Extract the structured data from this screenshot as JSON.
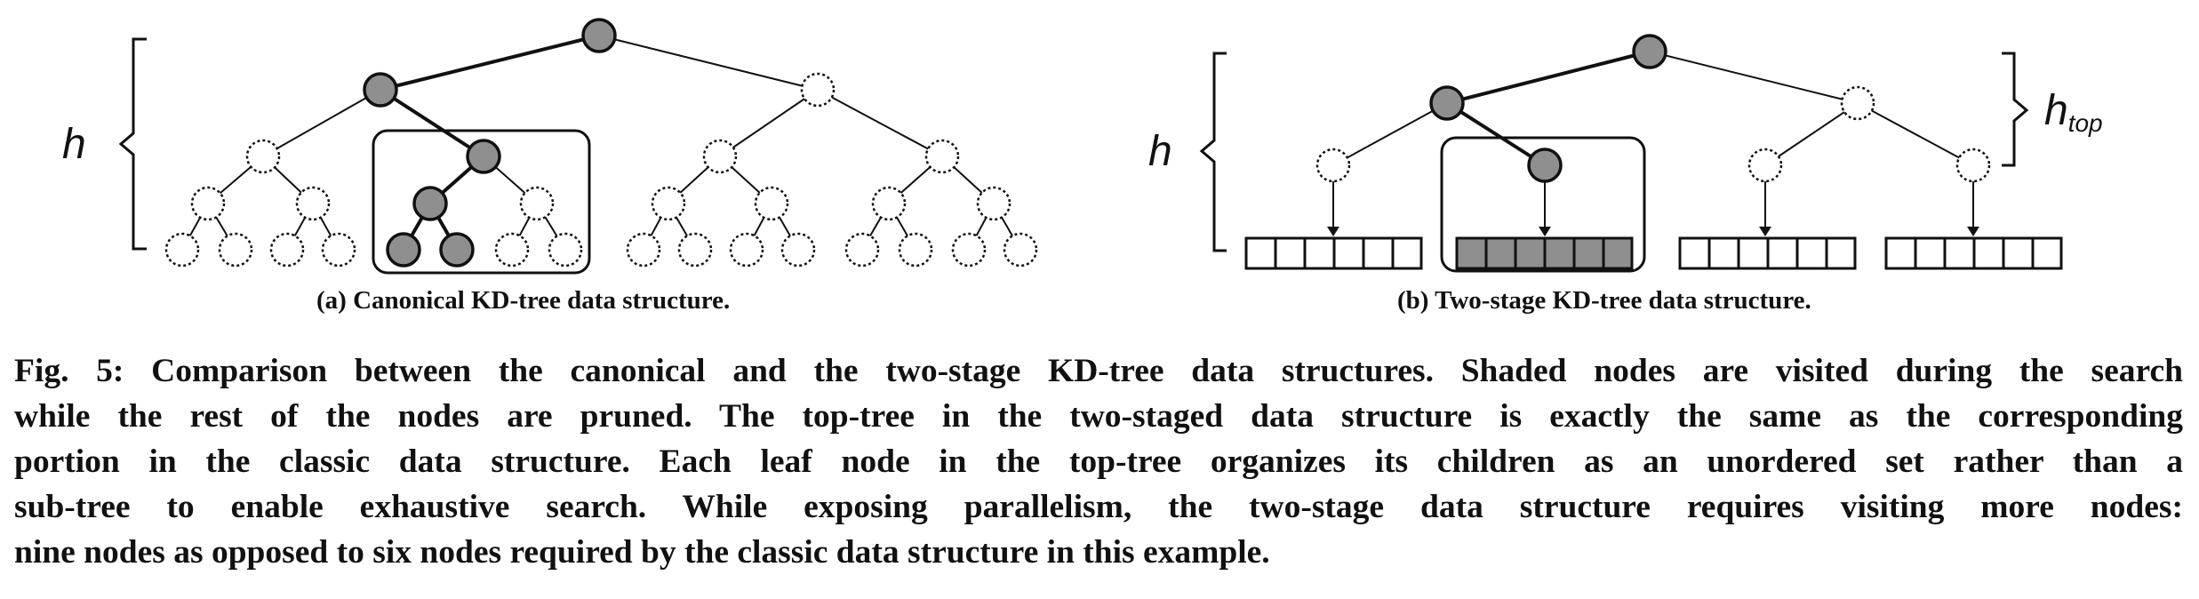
{
  "figure": {
    "symbols": {
      "h_left": "h",
      "h_right": "h",
      "htop_base": "h",
      "htop_sub": "top"
    },
    "subcaption_a": "(a) Canonical KD-tree data structure.",
    "subcaption_b": "(b) Two-stage KD-tree data structure.",
    "colors": {
      "visited": "#8f8f8f",
      "pruned": "#ffffff",
      "stroke": "#111111"
    }
  },
  "caption": {
    "lines": [
      "Fig. 5: Comparison between the canonical and the two-stage KD-tree data structures. Shaded nodes are visited during the search",
      "while the rest of the nodes are pruned. The top-tree in the two-staged data structure is exactly the same as the corresponding",
      "portion in the classic data structure. Each leaf node in the top-tree organizes its children as an unordered set rather than a",
      "sub-tree to enable exhaustive search. While exposing parallelism, the two-stage data structure requires visiting more nodes:",
      "nine nodes as opposed to six nodes required by the classic data structure in this example."
    ]
  }
}
